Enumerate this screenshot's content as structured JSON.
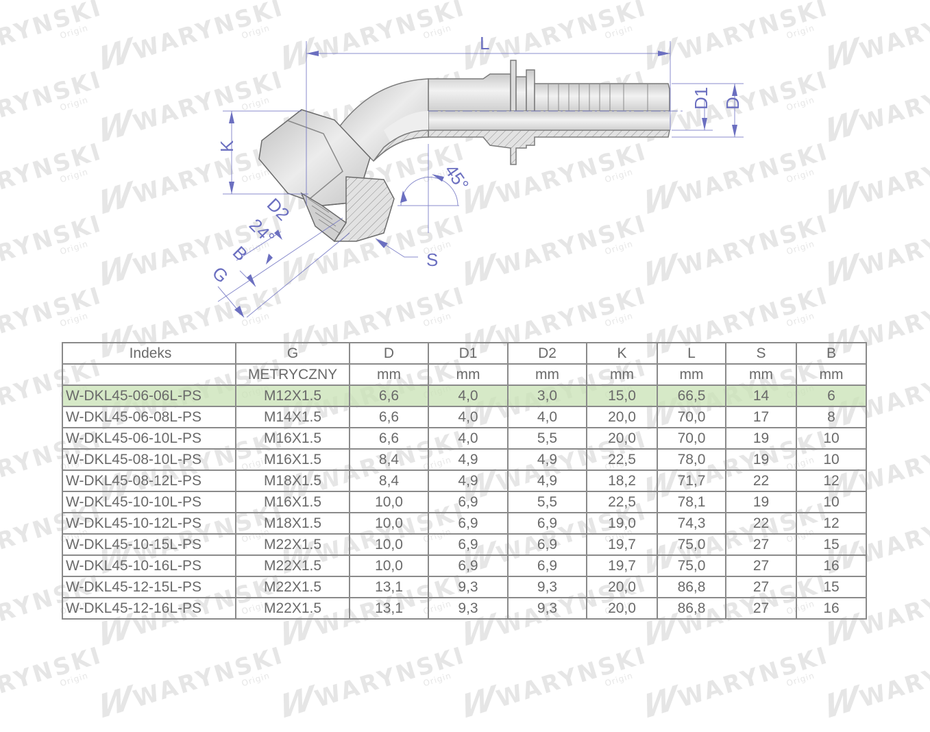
{
  "watermark": {
    "brand": "WARYNSKI",
    "sub": "Origin",
    "logo": "W"
  },
  "drawing": {
    "labels": {
      "L": "L",
      "K": "K",
      "D": "D",
      "D1": "D1",
      "D2": "D2",
      "angle_45": "45°",
      "angle_24": "24°",
      "B": "B",
      "G": "G",
      "S": "S"
    },
    "colors": {
      "dimension": "#6b6fc0",
      "part_fill": "#d9d9d9",
      "part_stroke": "#7a7a7a"
    }
  },
  "table": {
    "headers": [
      "Indeks",
      "G",
      "D",
      "D1",
      "D2",
      "K",
      "L",
      "S",
      "B"
    ],
    "units": [
      "",
      "METRYCZNY",
      "mm",
      "mm",
      "mm",
      "mm",
      "mm",
      "mm",
      "mm"
    ],
    "highlight_color": "#d3e6c3",
    "rows": [
      [
        "W-DKL45-06-06L-PS",
        "M12X1.5",
        "6,6",
        "4,0",
        "3,0",
        "15,0",
        "66,5",
        "14",
        "6"
      ],
      [
        "W-DKL45-06-08L-PS",
        "M14X1.5",
        "6,6",
        "4,0",
        "4,0",
        "20,0",
        "70,0",
        "17",
        "8"
      ],
      [
        "W-DKL45-06-10L-PS",
        "M16X1.5",
        "6,6",
        "4,0",
        "5,5",
        "20,0",
        "70,0",
        "19",
        "10"
      ],
      [
        "W-DKL45-08-10L-PS",
        "M16X1.5",
        "8,4",
        "4,9",
        "4,9",
        "22,5",
        "78,0",
        "19",
        "10"
      ],
      [
        "W-DKL45-08-12L-PS",
        "M18X1.5",
        "8,4",
        "4,9",
        "4,9",
        "18,2",
        "71,7",
        "22",
        "12"
      ],
      [
        "W-DKL45-10-10L-PS",
        "M16X1.5",
        "10,0",
        "6,9",
        "5,5",
        "22,5",
        "78,1",
        "19",
        "10"
      ],
      [
        "W-DKL45-10-12L-PS",
        "M18X1.5",
        "10,0",
        "6,9",
        "6,9",
        "19,0",
        "74,3",
        "22",
        "12"
      ],
      [
        "W-DKL45-10-15L-PS",
        "M22X1.5",
        "10,0",
        "6,9",
        "6,9",
        "19,7",
        "75,0",
        "27",
        "15"
      ],
      [
        "W-DKL45-10-16L-PS",
        "M22X1.5",
        "10,0",
        "6,9",
        "6,9",
        "19,7",
        "75,0",
        "27",
        "16"
      ],
      [
        "W-DKL45-12-15L-PS",
        "M22X1.5",
        "13,1",
        "9,3",
        "9,3",
        "20,0",
        "86,8",
        "27",
        "15"
      ],
      [
        "W-DKL45-12-16L-PS",
        "M22X1.5",
        "13,1",
        "9,3",
        "9,3",
        "20,0",
        "86,8",
        "27",
        "16"
      ]
    ]
  }
}
